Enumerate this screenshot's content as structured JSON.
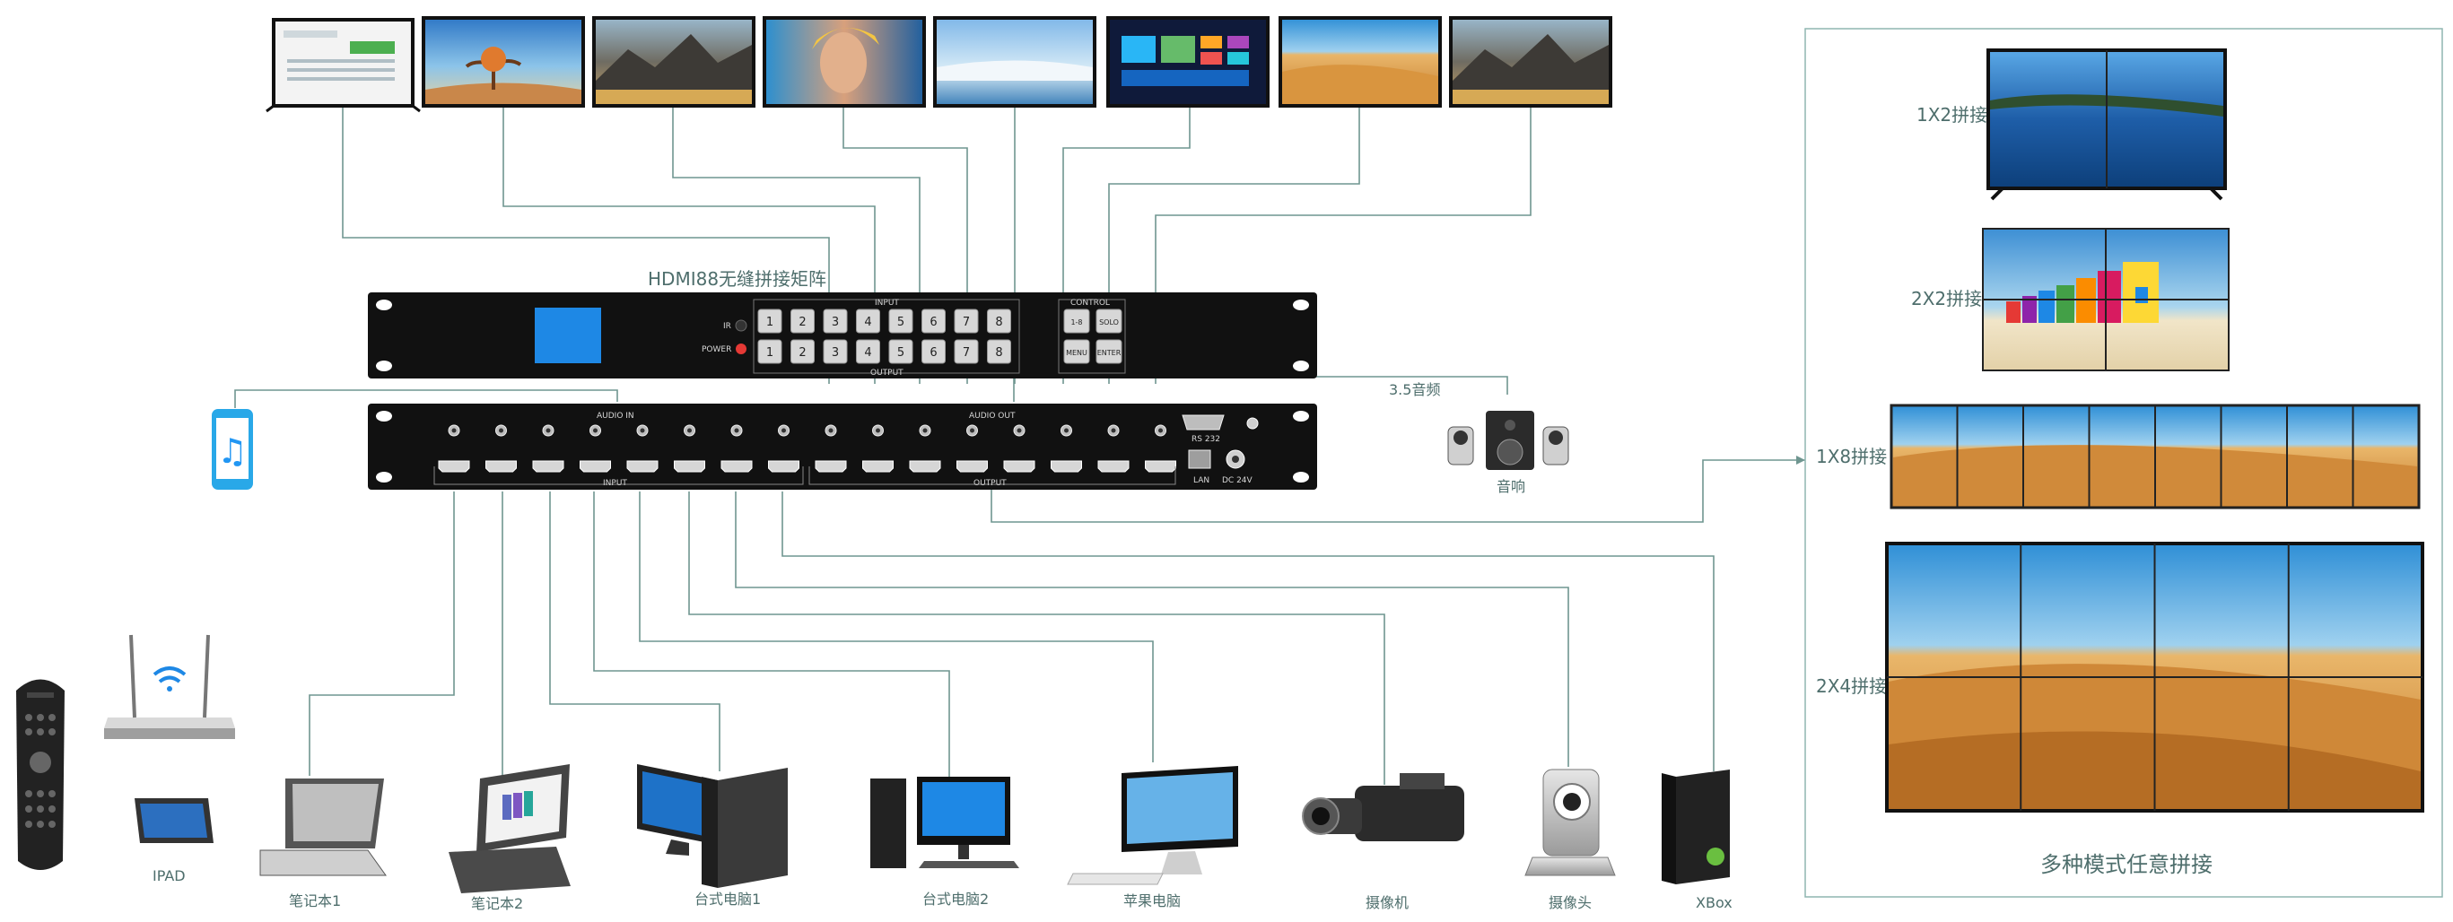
{
  "matrix": {
    "title": "HDMI88无缝拼接矩阵",
    "front_panel": {
      "input_label": "INPUT",
      "output_label": "OUTPUT",
      "control_label": "CONTROL",
      "ir_label": "IR",
      "power_label": "POWER",
      "input_keys": [
        "1",
        "2",
        "3",
        "4",
        "5",
        "6",
        "7",
        "8"
      ],
      "output_keys": [
        "1",
        "2",
        "3",
        "4",
        "5",
        "6",
        "7",
        "8"
      ],
      "control_keys": [
        "1-8",
        "SOLO",
        "MENU",
        "ENTER"
      ]
    },
    "rear_panel": {
      "audio_in_label": "AUDIO IN",
      "audio_out_label": "AUDIO OUT",
      "input_label": "INPUT",
      "output_label": "OUTPUT",
      "rs232_label": "RS 232",
      "lan_label": "LAN",
      "dc_label": "DC 24V"
    }
  },
  "audio": {
    "line_label": "3.5音频",
    "speaker_label": "音响"
  },
  "sources": [
    {
      "id": "ipad",
      "label": "IPAD"
    },
    {
      "id": "laptop1",
      "label": "笔记本1"
    },
    {
      "id": "laptop2",
      "label": "笔记本2"
    },
    {
      "id": "desktop1",
      "label": "台式电脑1"
    },
    {
      "id": "desktop2",
      "label": "台式电脑2"
    },
    {
      "id": "imac",
      "label": "苹果电脑"
    },
    {
      "id": "camcorder",
      "label": "摄像机"
    },
    {
      "id": "webcam",
      "label": "摄像头"
    },
    {
      "id": "xbox",
      "label": "XBox"
    }
  ],
  "splicing": {
    "title": "多种模式任意拼接",
    "modes": [
      {
        "label": "1X2拼接",
        "cols": 2,
        "rows": 1
      },
      {
        "label": "2X2拼接",
        "cols": 2,
        "rows": 2
      },
      {
        "label": "1X8拼接",
        "cols": 8,
        "rows": 1
      },
      {
        "label": "2X4拼接",
        "cols": 4,
        "rows": 2
      }
    ]
  },
  "colors": {
    "wire": "#6f9690",
    "label": "#4e6e6c",
    "chassis": "#111111",
    "lcd": "#1e88e5",
    "key_face": "#d7d7d7",
    "panel_border": "#8fb5b1"
  }
}
